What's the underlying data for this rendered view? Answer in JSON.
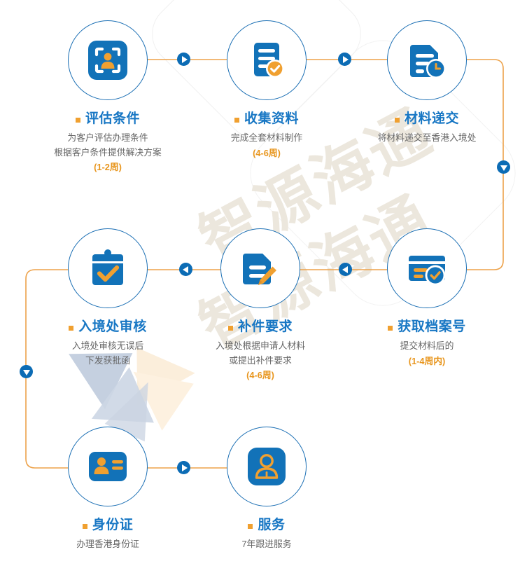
{
  "page": {
    "title": "香港入境处申请流程图",
    "watermark": "智源海通",
    "colors": {
      "brand_blue": "#1877c4",
      "icon_blue": "#1272b8",
      "accent_orange": "#f0a030",
      "line_orange": "#eda24a",
      "marker_blue": "#0c6cb5",
      "body_gray": "#666666",
      "watermark": "#ece7dd"
    }
  },
  "flow": {
    "nodes": [
      {
        "id": "evaluate-conditions",
        "icon": "id-scan-person-icon",
        "title": "评估条件",
        "desc_lines": [
          "为客户评估办理条件",
          "根据客户条件提供解决方案"
        ],
        "duration": "(1-2周)"
      },
      {
        "id": "collect-materials",
        "icon": "document-check-icon",
        "title": "收集资料",
        "desc_lines": [
          "完成全套材料制作"
        ],
        "duration": "(4-6周)"
      },
      {
        "id": "submit-materials",
        "icon": "document-clock-icon",
        "title": "材料递交",
        "desc_lines": [
          "将材料递交至香港入境处"
        ],
        "duration": ""
      },
      {
        "id": "immigration-review",
        "icon": "clipboard-check-icon",
        "title": "入境处审核",
        "desc_lines": [
          "入境处审核无误后",
          "下发获批函"
        ],
        "duration": ""
      },
      {
        "id": "supplement-request",
        "icon": "document-edit-icon",
        "title": "补件要求",
        "desc_lines": [
          "入境处根据申请人材料",
          "或提出补件要求"
        ],
        "duration": "(4-6周)"
      },
      {
        "id": "get-file-number",
        "icon": "card-check-icon",
        "title": "获取档案号",
        "desc_lines": [
          "提交材料后的"
        ],
        "duration": "(1-4周内)"
      },
      {
        "id": "id-card",
        "icon": "id-card-person-icon",
        "title": "身份证",
        "desc_lines": [
          "办理香港身份证"
        ],
        "duration": ""
      },
      {
        "id": "service",
        "icon": "person-badge-icon",
        "title": "服务",
        "desc_lines": [
          "7年跟进服务"
        ],
        "duration": ""
      }
    ],
    "connectors": [
      {
        "id": "conn-0-1",
        "direction": "right"
      },
      {
        "id": "conn-1-2",
        "direction": "right"
      },
      {
        "id": "conn-2-5",
        "direction": "down"
      },
      {
        "id": "conn-5-4",
        "direction": "left"
      },
      {
        "id": "conn-4-3",
        "direction": "left"
      },
      {
        "id": "conn-3-6",
        "direction": "down"
      },
      {
        "id": "conn-6-7",
        "direction": "right"
      }
    ]
  }
}
